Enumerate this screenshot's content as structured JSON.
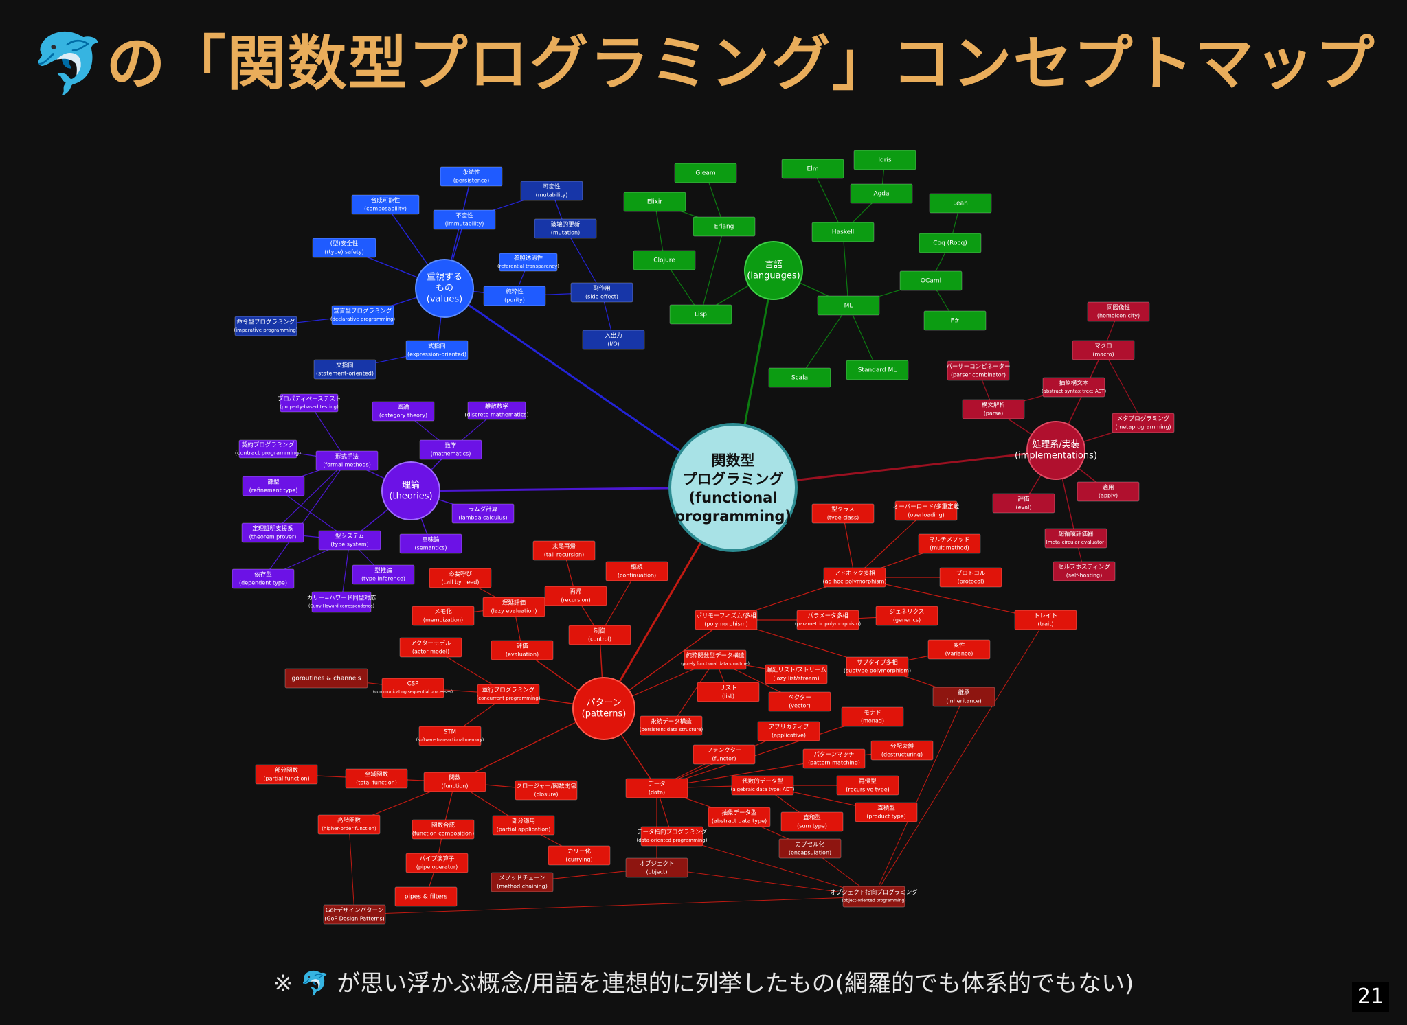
{
  "title": "の「関数型プログラミング」コンセプトマップ",
  "title_icon": "dolphin-icon",
  "footnote": {
    "mark": "※",
    "icon": "dolphin-icon",
    "text": "が思い浮かぶ概念/用語を連想的に列挙したもの(網羅的でも体系的でもない)"
  },
  "page_number": "21",
  "colors": {
    "background": "#101010",
    "title": "#e9ad5b",
    "center_fill": "#a8e2e6",
    "center_stroke": "#2d8c92",
    "values": "#1f5bff",
    "values_dark": "#1736a8",
    "values_edge": "#2323d6",
    "languages": "#0c9c12",
    "languages_edge": "#0c7a10",
    "theories": "#6c12e6",
    "theories_edge": "#4b17d0",
    "patterns": "#e0140a",
    "patterns_dark": "#8e1510",
    "patterns_edge": "#c11a12",
    "implementations": "#b0102e",
    "implementations_edge": "#9a1020"
  },
  "center": {
    "line1": "関数型",
    "line2": "プログラミング",
    "line3": "(functional",
    "line4": "programming)"
  },
  "hubs": {
    "values": {
      "line1": "重視する",
      "line2": "もの",
      "line3": "(values)"
    },
    "languages": {
      "line1": "言語",
      "line2": "(languages)"
    },
    "theories": {
      "line1": "理論",
      "line2": "(theories)"
    },
    "patterns": {
      "line1": "パターン",
      "line2": "(patterns)"
    },
    "implementations": {
      "line1": "処理系/実装",
      "line2": "(implementations)"
    }
  },
  "nodes": {
    "persistence": {
      "jp": "永続性",
      "en": "(persistence)"
    },
    "composability": {
      "jp": "合成可能性",
      "en": "(composability)"
    },
    "immutability": {
      "jp": "不変性",
      "en": "(immutability)"
    },
    "mutability": {
      "jp": "可変性",
      "en": "(mutability)"
    },
    "mutation": {
      "jp": "破壊的更新",
      "en": "(mutation)"
    },
    "type_safety": {
      "jp": "(型)安全性",
      "en": "((type) safety)"
    },
    "referential_transparency": {
      "jp": "参照透過性",
      "en": "(referential transparency)"
    },
    "purity": {
      "jp": "純粋性",
      "en": "(purity)"
    },
    "side_effect": {
      "jp": "副作用",
      "en": "(side effect)"
    },
    "declarative": {
      "jp": "宣言型プログラミング",
      "en": "(declarative programming)"
    },
    "imperative": {
      "jp": "命令型プログラミング",
      "en": "(imperative programming)"
    },
    "io": {
      "jp": "入出力",
      "en": "(I/O)"
    },
    "expression_oriented": {
      "jp": "式指向",
      "en": "(expression-oriented)"
    },
    "statement_oriented": {
      "jp": "文指向",
      "en": "(statement-oriented)"
    },
    "gleam": {
      "jp": "Gleam",
      "en": ""
    },
    "elixir": {
      "jp": "Elixir",
      "en": ""
    },
    "erlang": {
      "jp": "Erlang",
      "en": ""
    },
    "clojure": {
      "jp": "Clojure",
      "en": ""
    },
    "lisp": {
      "jp": "Lisp",
      "en": ""
    },
    "elm": {
      "jp": "Elm",
      "en": ""
    },
    "idris": {
      "jp": "Idris",
      "en": ""
    },
    "agda": {
      "jp": "Agda",
      "en": ""
    },
    "haskell": {
      "jp": "Haskell",
      "en": ""
    },
    "lean": {
      "jp": "Lean",
      "en": ""
    },
    "coq": {
      "jp": "Coq (Rocq)",
      "en": ""
    },
    "ocaml": {
      "jp": "OCaml",
      "en": ""
    },
    "ml": {
      "jp": "ML",
      "en": ""
    },
    "fsharp": {
      "jp": "F#",
      "en": ""
    },
    "scala": {
      "jp": "Scala",
      "en": ""
    },
    "standard_ml": {
      "jp": "Standard ML",
      "en": ""
    },
    "pbt": {
      "jp": "プロパティベーステスト",
      "en": "(property-based testing)"
    },
    "category_theory": {
      "jp": "圏論",
      "en": "(category theory)"
    },
    "discrete_math": {
      "jp": "離散数学",
      "en": "(discrete mathematics)"
    },
    "mathematics": {
      "jp": "数学",
      "en": "(mathematics)"
    },
    "contract": {
      "jp": "契約プログラミング",
      "en": "(contract programming)"
    },
    "formal_methods": {
      "jp": "形式手法",
      "en": "(formal methods)"
    },
    "refinement_type": {
      "jp": "篩型",
      "en": "(refinement type)"
    },
    "lambda_calculus": {
      "jp": "ラムダ計算",
      "en": "(lambda calculus)"
    },
    "theorem_prover": {
      "jp": "定理証明支援系",
      "en": "(theorem prover)"
    },
    "type_system": {
      "jp": "型システム",
      "en": "(type system)"
    },
    "semantics": {
      "jp": "意味論",
      "en": "(semantics)"
    },
    "dependent_type": {
      "jp": "依存型",
      "en": "(dependent type)"
    },
    "type_inference": {
      "jp": "型推論",
      "en": "(type inference)"
    },
    "curry_howard": {
      "jp": "カリー=ハワード同型対応",
      "en": "(Curry-Howard correspondence)"
    },
    "homoiconicity": {
      "jp": "同図像性",
      "en": "(homoiconicity)"
    },
    "macro": {
      "jp": "マクロ",
      "en": "(macro)"
    },
    "parser_combinator": {
      "jp": "パーサーコンビネーター",
      "en": "(parser combinator)"
    },
    "ast": {
      "jp": "抽象構文木",
      "en": "(abstract syntax tree; AST)"
    },
    "parse": {
      "jp": "構文解析",
      "en": "(parse)"
    },
    "metaprogramming": {
      "jp": "メタプログラミング",
      "en": "(metaprogramming)"
    },
    "eval": {
      "jp": "評価",
      "en": "(eval)"
    },
    "apply": {
      "jp": "適用",
      "en": "(apply)"
    },
    "meta_circular": {
      "jp": "超循環評価器",
      "en": "(meta-circular evaluator)"
    },
    "self_hosting": {
      "jp": "セルフホスティング",
      "en": "(self-hosting)"
    },
    "tail_recursion": {
      "jp": "末尾再帰",
      "en": "(tail recursion)"
    },
    "continuation": {
      "jp": "継続",
      "en": "(continuation)"
    },
    "call_by_need": {
      "jp": "必要呼び",
      "en": "(call by need)"
    },
    "recursion": {
      "jp": "再帰",
      "en": "(recursion)"
    },
    "lazy_evaluation": {
      "jp": "遅延評価",
      "en": "(lazy evaluation)"
    },
    "memoization": {
      "jp": "メモ化",
      "en": "(memoization)"
    },
    "control": {
      "jp": "制御",
      "en": "(control)"
    },
    "actor_model": {
      "jp": "アクターモデル",
      "en": "(actor model)"
    },
    "evaluation": {
      "jp": "評価",
      "en": "(evaluation)"
    },
    "goroutines": {
      "jp": "goroutines & channels",
      "en": ""
    },
    "csp": {
      "jp": "CSP",
      "en": "(communicating sequential processes)"
    },
    "concurrent": {
      "jp": "並行プログラミング",
      "en": "(concurrent programming)"
    },
    "stm": {
      "jp": "STM",
      "en": "(software transactional memory)"
    },
    "type_class": {
      "jp": "型クラス",
      "en": "(type class)"
    },
    "overloading": {
      "jp": "オーバーロード/多重定義",
      "en": "(overloading)"
    },
    "multimethod": {
      "jp": "マルチメソッド",
      "en": "(multimethod)"
    },
    "adhoc": {
      "jp": "アドホック多相",
      "en": "(ad hoc polymorphism)"
    },
    "protocol": {
      "jp": "プロトコル",
      "en": "(protocol)"
    },
    "polymorphism": {
      "jp": "ポリモーフィズム/多相",
      "en": "(polymorphism)"
    },
    "parametric": {
      "jp": "パラメータ多相",
      "en": "(parametric polymorphism)"
    },
    "generics": {
      "jp": "ジェネリクス",
      "en": "(generics)"
    },
    "trait": {
      "jp": "トレイト",
      "en": "(trait)"
    },
    "purely_functional_ds": {
      "jp": "純粋関数型データ構造",
      "en": "(purely functional data structure)"
    },
    "lazy_list": {
      "jp": "遅延リスト/ストリーム",
      "en": "(lazy list/stream)"
    },
    "subtype": {
      "jp": "サブタイプ多相",
      "en": "(subtype polymorphism)"
    },
    "variance": {
      "jp": "変性",
      "en": "(variance)"
    },
    "list": {
      "jp": "リスト",
      "en": "(list)"
    },
    "vector": {
      "jp": "ベクター",
      "en": "(vector)"
    },
    "inheritance": {
      "jp": "継承",
      "en": "(inheritance)"
    },
    "monad": {
      "jp": "モナド",
      "en": "(monad)"
    },
    "persistent_ds": {
      "jp": "永続データ構造",
      "en": "(persistent data structure)"
    },
    "applicative": {
      "jp": "アプリカティブ",
      "en": "(applicative)"
    },
    "functor": {
      "jp": "ファンクター",
      "en": "(functor)"
    },
    "pattern_matching": {
      "jp": "パターンマッチ",
      "en": "(pattern matching)"
    },
    "destructuring": {
      "jp": "分配束縛",
      "en": "(destructuring)"
    },
    "partial_function": {
      "jp": "部分関数",
      "en": "(partial function)"
    },
    "total_function": {
      "jp": "全域関数",
      "en": "(total function)"
    },
    "function": {
      "jp": "関数",
      "en": "(function)"
    },
    "closure": {
      "jp": "クロージャー/関数閉包",
      "en": "(closure)"
    },
    "data": {
      "jp": "データ",
      "en": "(data)"
    },
    "adt": {
      "jp": "代数的データ型",
      "en": "(algebraic data type; ADT)"
    },
    "recursive_type": {
      "jp": "再帰型",
      "en": "(recursive type)"
    },
    "hof": {
      "jp": "高階関数",
      "en": "(higher-order function)"
    },
    "function_composition": {
      "jp": "関数合成",
      "en": "(function composition)"
    },
    "partial_application": {
      "jp": "部分適用",
      "en": "(partial application)"
    },
    "abstract_data_type": {
      "jp": "抽象データ型",
      "en": "(abstract data type)"
    },
    "sum_type": {
      "jp": "直和型",
      "en": "(sum type)"
    },
    "product_type": {
      "jp": "直積型",
      "en": "(product type)"
    },
    "data_oriented": {
      "jp": "データ指向プログラミング",
      "en": "(data-oriented programming)"
    },
    "pipe_operator": {
      "jp": "パイプ演算子",
      "en": "(pipe operator)"
    },
    "currying": {
      "jp": "カリー化",
      "en": "(currying)"
    },
    "encapsulation": {
      "jp": "カプセル化",
      "en": "(encapsulation)"
    },
    "object": {
      "jp": "オブジェクト",
      "en": "(object)"
    },
    "method_chaining": {
      "jp": "メソッドチェーン",
      "en": "(method chaining)"
    },
    "pipes_filters": {
      "jp": "pipes & filters",
      "en": ""
    },
    "oop": {
      "jp": "オブジェクト指向プログラミング",
      "en": "(object-oriented programming)"
    },
    "gof": {
      "jp": "GoFデザインパターン",
      "en": "(GoF Design Patterns)"
    }
  }
}
